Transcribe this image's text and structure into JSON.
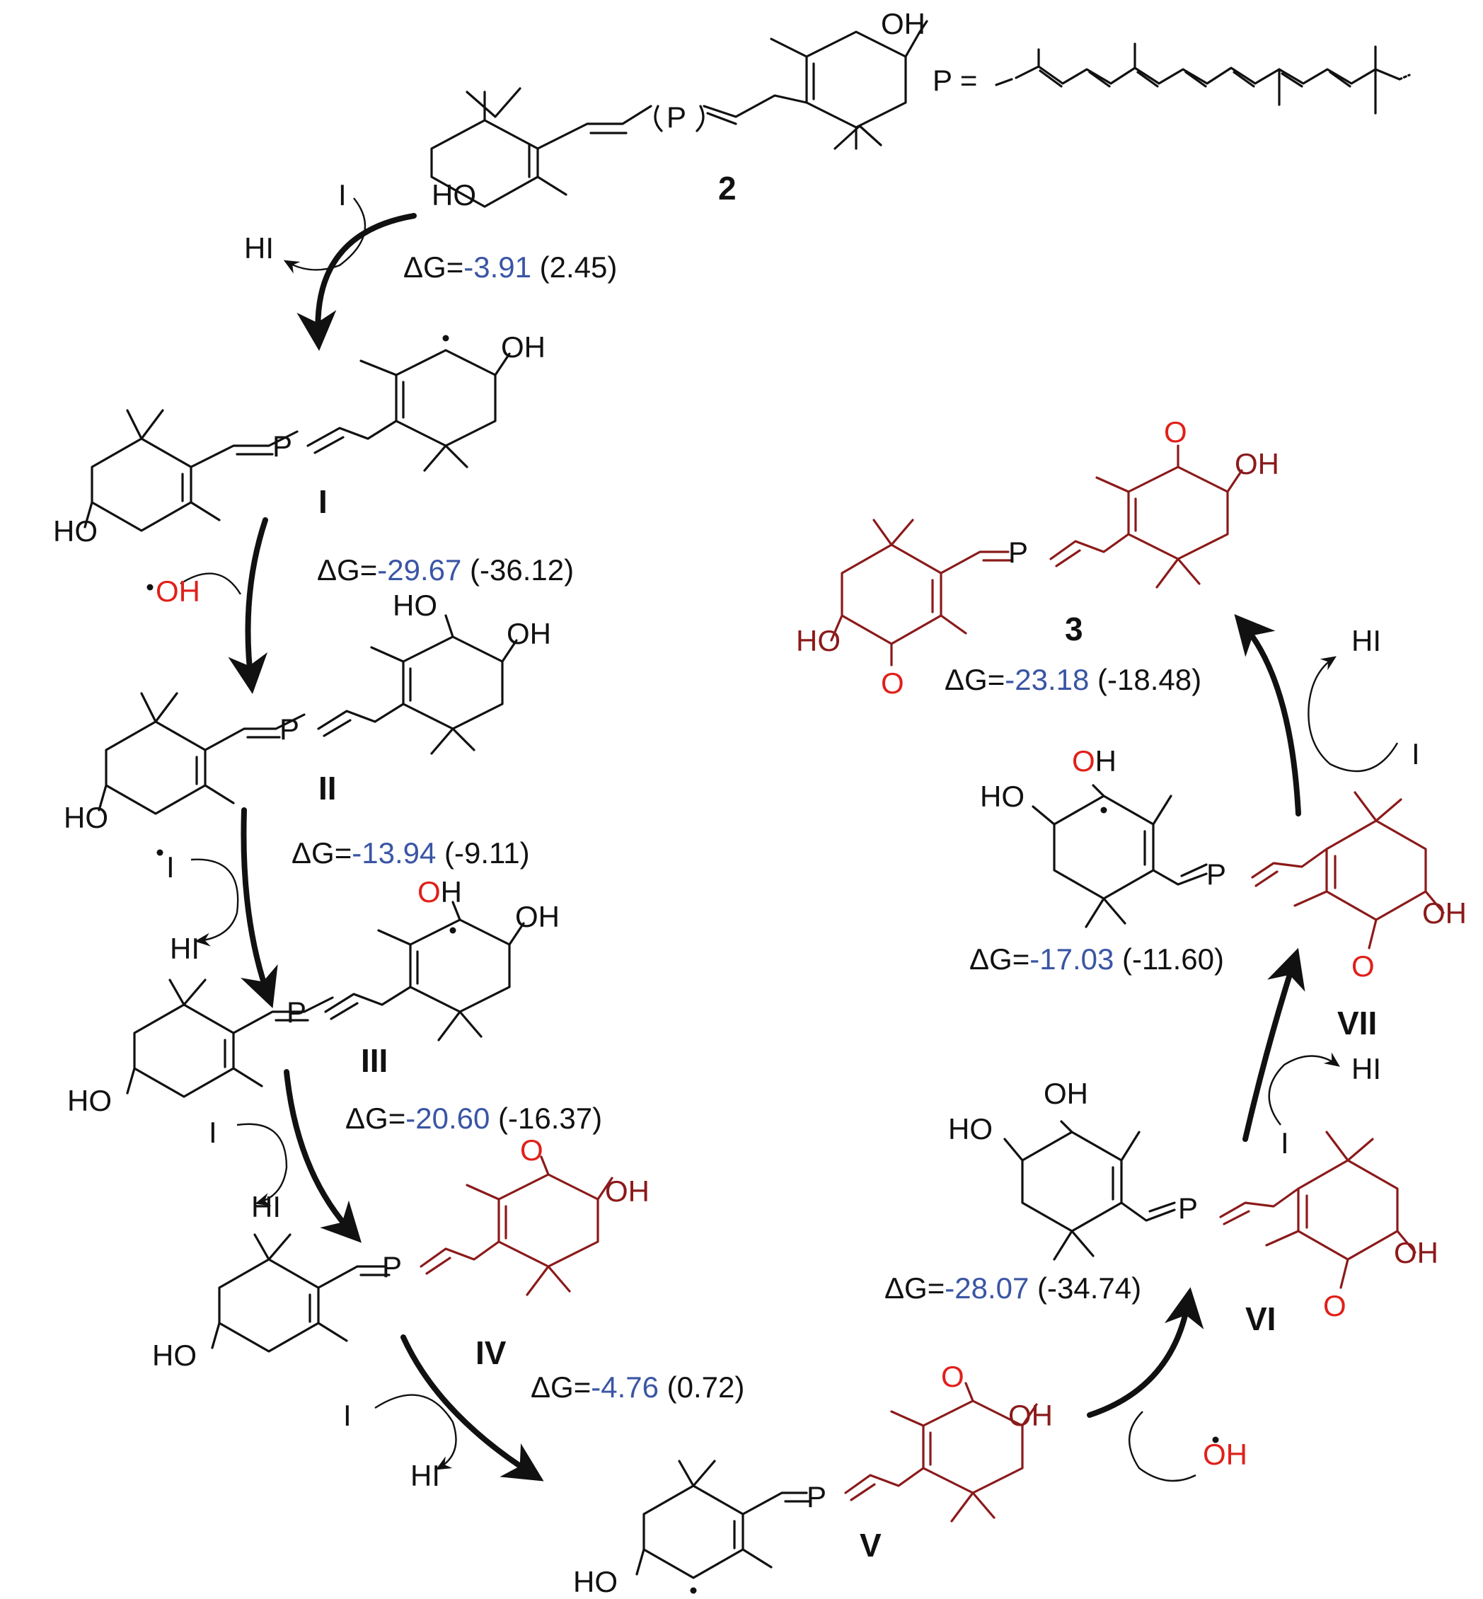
{
  "polyene_def": {
    "text": "P ="
  },
  "poly_label": "P",
  "oxygen_labels": {
    "oh": "OH",
    "ho": "HO",
    "o": "O"
  },
  "compounds": [
    {
      "id": "2"
    },
    {
      "id": "I"
    },
    {
      "id": "II"
    },
    {
      "id": "III"
    },
    {
      "id": "IV"
    },
    {
      "id": "V"
    },
    {
      "id": "VI"
    },
    {
      "id": "VII"
    },
    {
      "id": "3"
    }
  ],
  "reagents": {
    "iodine_radical": "I",
    "hydrogen_iodide": "HI",
    "hydroxyl_radical": "OH"
  },
  "steps": [
    {
      "prefix": "ΔG=",
      "value": "-3.91",
      "paren": "(2.45)"
    },
    {
      "prefix": "ΔG=",
      "value": "-29.67",
      "paren": "(-36.12)"
    },
    {
      "prefix": "ΔG=",
      "value": "-13.94",
      "paren": "(-9.11)"
    },
    {
      "prefix": "ΔG=",
      "value": "-20.60",
      "paren": "(-16.37)"
    },
    {
      "prefix": "ΔG=",
      "value": "-4.76",
      "paren": "(0.72)"
    },
    {
      "prefix": "ΔG=",
      "value": "-28.07",
      "paren": "(-34.74)"
    },
    {
      "prefix": "ΔG=",
      "value": "-17.03",
      "paren": "(-11.60)"
    },
    {
      "prefix": "ΔG=",
      "value": "-23.18",
      "paren": "(-18.48)"
    }
  ],
  "colors": {
    "energy_value": "#3a55a4",
    "oxidized_oxygen": "#e0201a",
    "modified_bonds": "#8b1a1a"
  }
}
